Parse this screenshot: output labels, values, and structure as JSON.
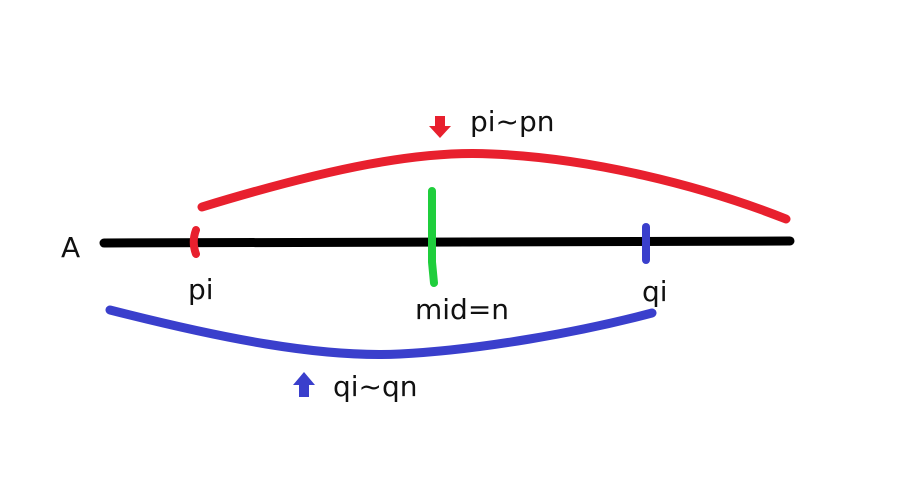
{
  "diagram": {
    "array_label": "A",
    "marks": {
      "pi": "pi",
      "mid": "mid=n",
      "qi": "qi"
    },
    "ranges": {
      "upper": "pi~pn",
      "lower": "qi~qn"
    },
    "colors": {
      "line": "#000000",
      "red": "#e8202e",
      "green": "#1fce3c",
      "blue": "#3a3fcc"
    },
    "icons": {
      "upper": "arrow-down-icon",
      "lower": "arrow-up-icon"
    }
  }
}
